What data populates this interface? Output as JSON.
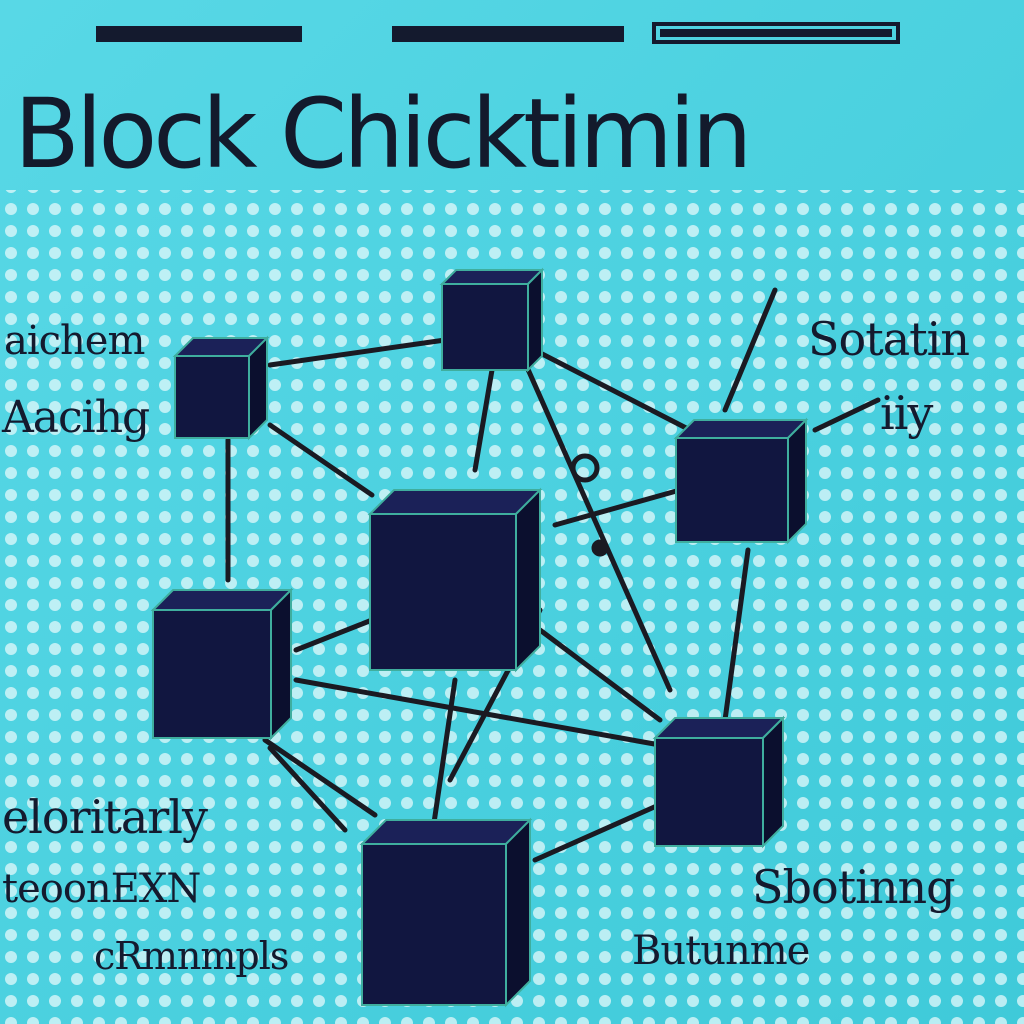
{
  "title": "Block Chicktimin",
  "labels": {
    "left_top": "aichem",
    "left_mid": "Aacihg",
    "right_top": "Sotatin",
    "right_mid": "iiy",
    "left_bottom_1": "eloritarly",
    "left_bottom_2": "teoonEXN",
    "left_bottom_3": "cRmnmpls",
    "right_bottom_1": "Sbotinng",
    "right_bottom_2": "Butunme"
  },
  "colors": {
    "background": "#4fd3e2",
    "dot": "#d8f6fa",
    "block_face": "#111640",
    "block_edge": "#3fae9e",
    "link": "#1a1a22",
    "text": "#141a2e"
  },
  "diagram": {
    "nodes": [
      "block-a",
      "block-b",
      "block-c",
      "block-d",
      "block-e",
      "block-f",
      "block-g"
    ]
  }
}
